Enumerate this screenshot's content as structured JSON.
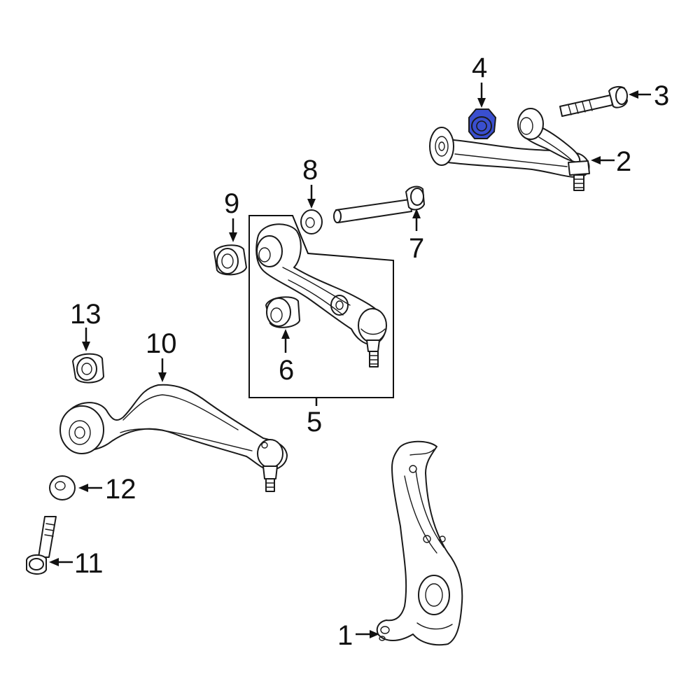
{
  "callouts": [
    {
      "id": "1",
      "text": "1"
    },
    {
      "id": "2",
      "text": "2"
    },
    {
      "id": "3",
      "text": "3"
    },
    {
      "id": "4",
      "text": "4"
    },
    {
      "id": "5",
      "text": "5"
    },
    {
      "id": "6",
      "text": "6"
    },
    {
      "id": "7",
      "text": "7"
    },
    {
      "id": "8",
      "text": "8"
    },
    {
      "id": "9",
      "text": "9"
    },
    {
      "id": "10",
      "text": "10"
    },
    {
      "id": "11",
      "text": "11"
    },
    {
      "id": "12",
      "text": "12"
    },
    {
      "id": "13",
      "text": "13"
    }
  ],
  "colors": {
    "highlight": "#3a4fd0",
    "line": "#1a1a1a",
    "background": "#ffffff"
  },
  "highlighted_part": "4"
}
